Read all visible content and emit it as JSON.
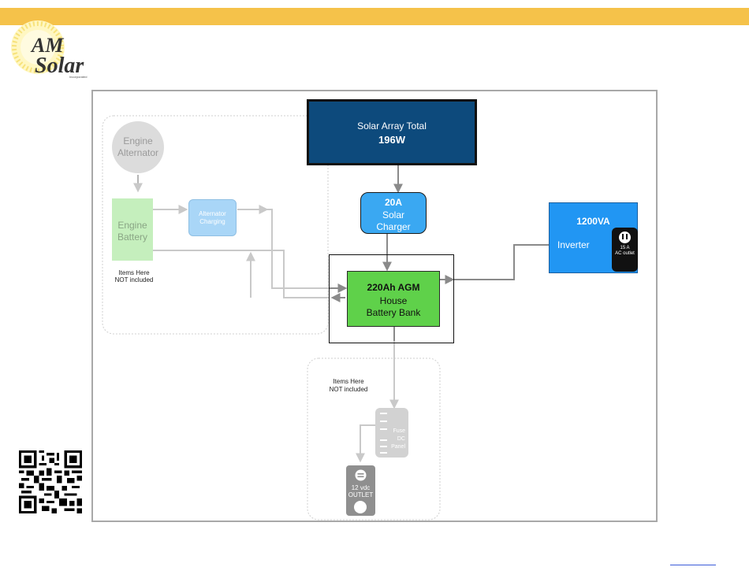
{
  "header": {
    "bar_color": "#f5c24a"
  },
  "logo": {
    "line1": "AM",
    "line2": "Solar",
    "tagline": "Incorporated"
  },
  "diagram": {
    "solar_array": {
      "line1": "Solar Array Total",
      "line2": "196W",
      "color": "#0d4a7c"
    },
    "charger": {
      "line1": "20A",
      "line2": "Solar",
      "line3": "Charger",
      "color": "#3aa8f2"
    },
    "battery_bank": {
      "line1": "220Ah AGM",
      "line2": "House",
      "line3": "Battery Bank",
      "color": "#5fd14a"
    },
    "inverter": {
      "line1": "1200VA",
      "line2": "Inverter",
      "outlet_line1": "15 A",
      "outlet_line2": "AC outlet",
      "color": "#2196f3"
    },
    "engine_alternator": {
      "line1": "Engine",
      "line2": "Alternator"
    },
    "engine_battery": {
      "line1": "Engine",
      "line2": "Battery"
    },
    "alternator_charging": {
      "line1": "Alternator",
      "line2": "Charging"
    },
    "note_left": {
      "line1": "Items Here",
      "line2": "NOT included"
    },
    "note_bottom": {
      "line1": "Items Here",
      "line2": "NOT included"
    },
    "fuse_panel": {
      "line1": "Fuse",
      "line2": "DC",
      "line3": "Panel"
    },
    "outlet_12v": {
      "line1": "12 vdc",
      "line2": "OUTLET"
    }
  }
}
